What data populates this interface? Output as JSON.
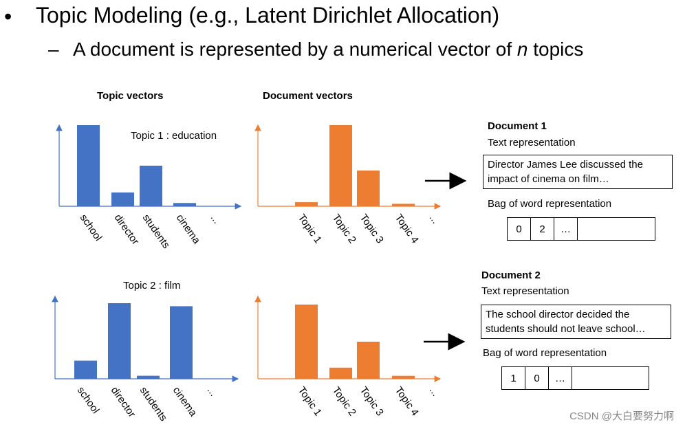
{
  "heading": {
    "bullet": "•",
    "title": "Topic Modeling (e.g., Latent Dirichlet Allocation)",
    "dash": "–",
    "subtitle_pre": "A document is represented by a numerical vector of ",
    "subtitle_var": "n",
    "subtitle_post": " topics"
  },
  "columns": {
    "topic_vectors": "Topic vectors",
    "document_vectors": "Document vectors"
  },
  "colors": {
    "topic": "#4472C4",
    "document": "#ED7D31",
    "axis_topic": "#4472C4",
    "axis_document": "#ED7D31"
  },
  "chart_data": [
    {
      "id": "topic1",
      "type": "bar",
      "title": "Topic 1 : education",
      "categories": [
        "school",
        "director",
        "students",
        "cinema",
        "..."
      ],
      "values": [
        100,
        17,
        50,
        4,
        null
      ],
      "ylim": [
        0,
        110
      ],
      "color": "#4472C4"
    },
    {
      "id": "doc1",
      "type": "bar",
      "title": "",
      "categories": [
        "Topic 1",
        "Topic 2",
        "Topic 3",
        "Topic 4",
        "..."
      ],
      "values": [
        5,
        100,
        44,
        3,
        null
      ],
      "ylim": [
        0,
        110
      ],
      "color": "#ED7D31"
    },
    {
      "id": "topic2",
      "type": "bar",
      "title": "Topic 2 : film",
      "categories": [
        "school",
        "director",
        "students",
        "cinema",
        "..."
      ],
      "values": [
        24,
        100,
        4,
        96,
        null
      ],
      "ylim": [
        0,
        110
      ],
      "color": "#4472C4"
    },
    {
      "id": "doc2",
      "type": "bar",
      "title": "",
      "categories": [
        "Topic 1",
        "Topic 2",
        "Topic 3",
        "Topic 4",
        "..."
      ],
      "values": [
        100,
        15,
        50,
        4,
        null
      ],
      "ylim": [
        0,
        110
      ],
      "color": "#ED7D31"
    }
  ],
  "documents": [
    {
      "title": "Document 1",
      "text_label": "Text representation",
      "text": "Director James Lee discussed the impact of cinema on film…",
      "bow_label": "Bag of word representation",
      "bow": [
        "0",
        "2",
        "…",
        ""
      ]
    },
    {
      "title": "Document 2",
      "text_label": "Text representation",
      "text": "The school director decided the students should not leave school…",
      "bow_label": "Bag of word representation",
      "bow": [
        "1",
        "0",
        "…",
        ""
      ]
    }
  ],
  "watermark": "CSDN @大白要努力啊"
}
